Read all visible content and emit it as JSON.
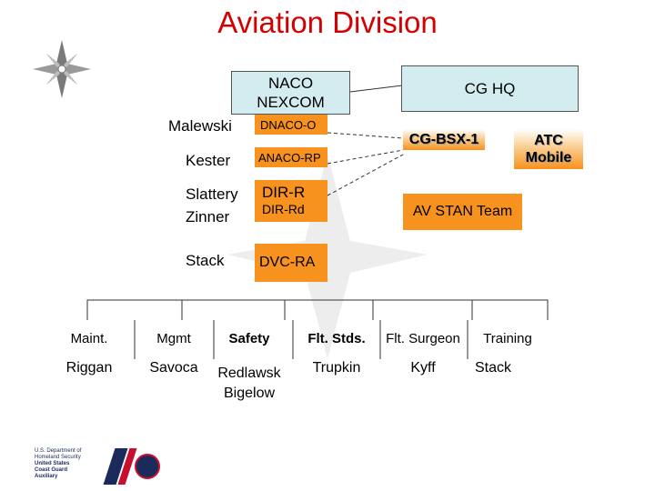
{
  "title": "Aviation Division",
  "boxes": {
    "naco": "NACO\nNEXCOM",
    "cghq": "CG HQ",
    "dnaco": "DNACO-O",
    "anaco": "ANACO-RP",
    "dirr": "DIR-R",
    "dirrd": "DIR-Rd",
    "dvcra": "DVC-RA",
    "cgbsx": "CG-BSX-1",
    "atc": "ATC\nMobile",
    "avstan": "AV STAN Team"
  },
  "names": {
    "malewski": "Malewski",
    "kester": "Kester",
    "slattery": "Slattery",
    "zinner": "Zinner",
    "stack": "Stack"
  },
  "departments": [
    {
      "label": "Maint.",
      "person": "Riggan"
    },
    {
      "label": "Mgmt",
      "person": "Savoca"
    },
    {
      "label": "Safety",
      "person": "Redlawsk\nBigelow"
    },
    {
      "label": "Flt. Stds.",
      "person": "Trupkin"
    },
    {
      "label": "Flt. Surgeon",
      "person": "Kyff"
    },
    {
      "label": "Training",
      "person": "Stack"
    }
  ],
  "logo": {
    "lines": [
      "U.S. Department of",
      "Homeland Security",
      "United States",
      "Coast Guard",
      "Auxiliary"
    ]
  },
  "colors": {
    "title": "#d40000",
    "orange": "#f7921e",
    "teal": "#d2ecef"
  }
}
